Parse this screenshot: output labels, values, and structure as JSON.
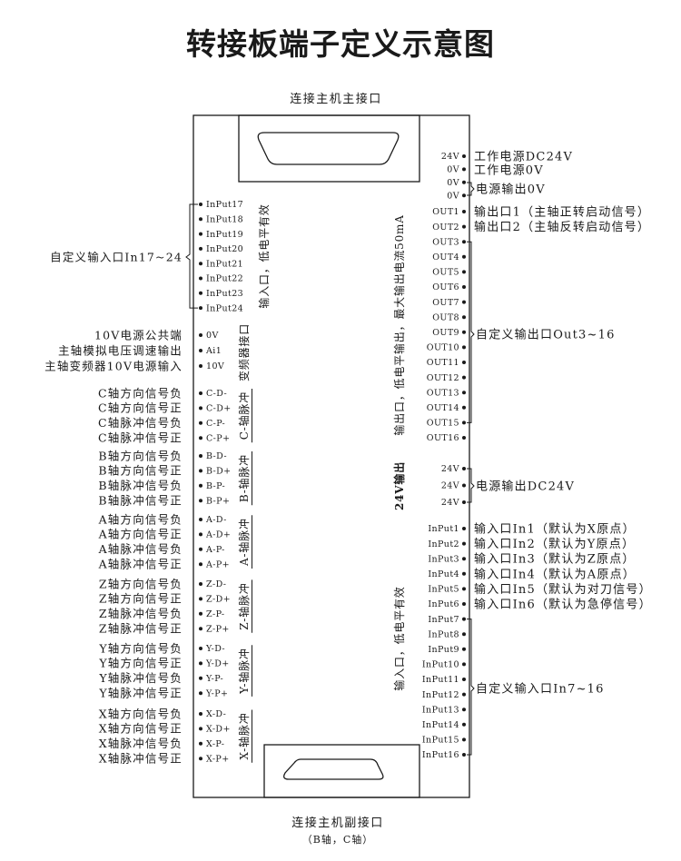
{
  "title": "转接板端子定义示意图",
  "main_connector": {
    "label": "连接主机主接口"
  },
  "sub_connector": {
    "label": "连接主机副接口",
    "sublabel": "（B轴，C轴）"
  },
  "right_pins": {
    "power": [
      "24V",
      "0V",
      "0V",
      "0V"
    ],
    "outputs": [
      "OUT1",
      "OUT2",
      "OUT3",
      "OUT4",
      "OUT5",
      "OUT6",
      "OUT7",
      "OUT8",
      "OUT9",
      "OUT10",
      "OUT11",
      "OUT12",
      "OUT13",
      "OUT14",
      "OUT15",
      "OUT16"
    ],
    "power_24v": [
      "24V",
      "24V",
      "24V"
    ],
    "inputs": [
      "InPut1",
      "InPut2",
      "InPut3",
      "InPut4",
      "InPut5",
      "InPut6",
      "InPut7",
      "InPut8",
      "InPut9",
      "InPut10",
      "InPut11",
      "InPut12",
      "InPut13",
      "InPut14",
      "InPut15",
      "InPut16"
    ]
  },
  "right_labels": {
    "power_dc24v": "工作电源DC24V",
    "power_0v": "工作电源0V",
    "power_out_0v": "电源输出0V",
    "out1": "输出口1（主轴正转启动信号）",
    "out2": "输出口2（主轴反转启动信号）",
    "custom_outputs": "自定义输出口Out3~16",
    "power_out_dc24v": "电源输出DC24V",
    "inputs": [
      "输入口In1（默认为X原点）",
      "输入口In2（默认为Y原点）",
      "输入口In3（默认为Z原点）",
      "输入口In4（默认为A原点）",
      "输入口In5（默认为对刀信号）",
      "输入口In6（默认为急停信号）"
    ],
    "custom_inputs": "自定义输入口In7~16"
  },
  "board_notes": {
    "outputs_note": "输出口，低电平输出，最大输出电流50mA",
    "power_24v_note": "24V输出",
    "right_inputs_note": "输入口，低电平有效",
    "left_inputs_note": "输入口，低电平有效",
    "inverter_note": "变频器接口"
  },
  "left_pins": {
    "inputs": [
      "InPut17",
      "InPut18",
      "InPut19",
      "InPut20",
      "InPut21",
      "InPut22",
      "InPut23",
      "InPut24"
    ],
    "inverter": [
      "0V",
      "Ai1",
      "10V"
    ]
  },
  "left_labels": {
    "custom_inputs": "自定义输入口In17~24",
    "inverter": [
      "10V电源公共端",
      "主轴模拟电压调速输出",
      "主轴变频器10V电源输入"
    ]
  },
  "axes": [
    {
      "axis_label": "C-轴脉冲",
      "pins": [
        "C-D-",
        "C-D+",
        "C-P-",
        "C-P+"
      ],
      "labels": [
        "C轴方向信号负",
        "C轴方向信号正",
        "C轴脉冲信号负",
        "C轴脉冲信号正"
      ]
    },
    {
      "axis_label": "B-轴脉冲",
      "pins": [
        "B-D-",
        "B-D+",
        "B-P-",
        "B-P+"
      ],
      "labels": [
        "B轴方向信号负",
        "B轴方向信号正",
        "B轴脉冲信号负",
        "B轴脉冲信号正"
      ]
    },
    {
      "axis_label": "A-轴脉冲",
      "pins": [
        "A-D-",
        "A-D+",
        "A-P-",
        "A-P+"
      ],
      "labels": [
        "A轴方向信号负",
        "A轴方向信号正",
        "A轴脉冲信号负",
        "A轴脉冲信号正"
      ]
    },
    {
      "axis_label": "Z-轴脉冲",
      "pins": [
        "Z-D-",
        "Z-D+",
        "Z-P-",
        "Z-P+"
      ],
      "labels": [
        "Z轴方向信号负",
        "Z轴方向信号正",
        "Z轴脉冲信号负",
        "Z轴脉冲信号正"
      ]
    },
    {
      "axis_label": "Y-轴脉冲",
      "pins": [
        "Y-D-",
        "Y-D+",
        "Y-P-",
        "Y-P+"
      ],
      "labels": [
        "Y轴方向信号负",
        "Y轴方向信号正",
        "Y轴脉冲信号负",
        "Y轴脉冲信号正"
      ]
    },
    {
      "axis_label": "X-轴脉冲",
      "pins": [
        "X-D-",
        "X-D+",
        "X-P-",
        "X-P+"
      ],
      "labels": [
        "X轴方向信号负",
        "X轴方向信号正",
        "X轴脉冲信号负",
        "X轴脉冲信号正"
      ]
    }
  ],
  "colors": {
    "ink": "#1a1a1a",
    "background": "#ffffff"
  }
}
